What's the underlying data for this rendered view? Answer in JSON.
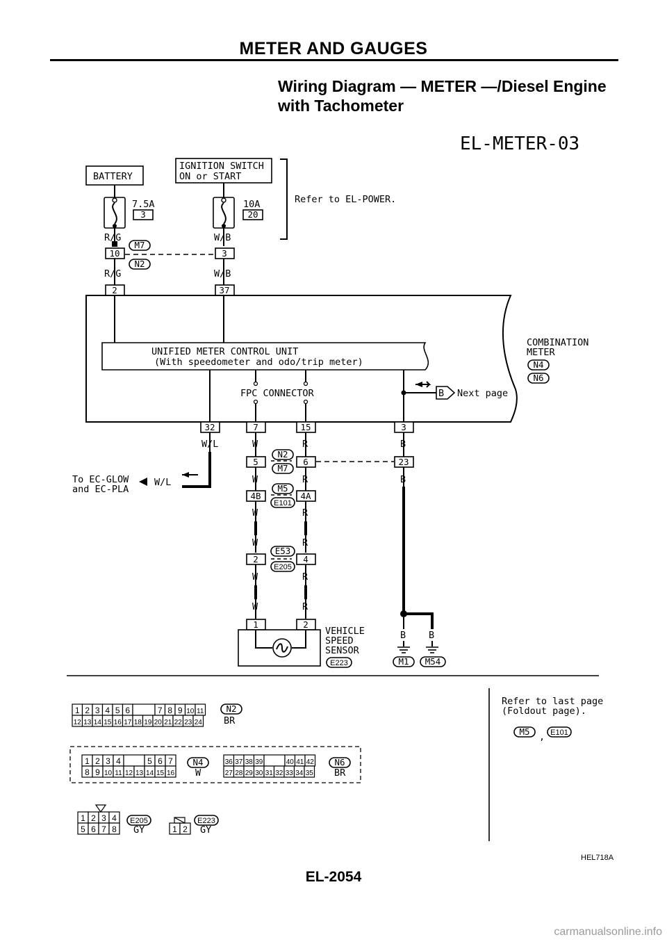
{
  "header": {
    "title": "METER AND GAUGES"
  },
  "diagram_title": {
    "line1": "Wiring Diagram — METER —/Diesel Engine",
    "line2": "with Tachometer"
  },
  "diagram_code": "EL-METER-03",
  "battery": {
    "label": "BATTERY",
    "fuse_amp": "7.5A",
    "fuse_no": "3"
  },
  "ignition": {
    "line1": "IGNITION SWITCH",
    "line2": "ON or START",
    "fuse_amp": "10A",
    "fuse_no": "20"
  },
  "refer_power": "Refer to EL-POWER.",
  "wires": {
    "rg": "R/G",
    "wb": "W/B",
    "wl": "W/L",
    "w": "W",
    "r": "R",
    "b": "B"
  },
  "connectors": {
    "m7": "M7",
    "n2": "N2",
    "n4": "N4",
    "n6": "N6",
    "m5": "M5",
    "e101": "E101",
    "e53": "E53",
    "e205": "E205",
    "e223": "E223",
    "m1": "M1",
    "m54": "M54"
  },
  "pins": {
    "p10": "10",
    "p3a": "3",
    "p2a": "2",
    "p37": "37",
    "p32": "32",
    "p7": "7",
    "p15": "15",
    "p3b": "3",
    "p5": "5",
    "p6": "6",
    "p23": "23",
    "p4b": "4B",
    "p4a": "4A",
    "p2b": "2",
    "p4": "4",
    "p1": "1",
    "p2c": "2"
  },
  "unit": {
    "line1": "UNIFIED METER CONTROL UNIT",
    "line2": "(With speedometer and odo/trip meter)"
  },
  "fpc": "FPC CONNECTOR",
  "combination": {
    "line1": "COMBINATION",
    "line2": "METER"
  },
  "next_page": {
    "letter": "B",
    "text": "Next page"
  },
  "to_ec": {
    "line1": "To EC-GLOW",
    "line2": "and EC-PLA"
  },
  "sensor": {
    "line1": "VEHICLE",
    "line2": "SPEED",
    "line3": "SENSOR"
  },
  "legend": {
    "n2_color": "BR",
    "n4_color": "W",
    "n6_color": "BR",
    "e205_color": "GY",
    "e223_color": "GY",
    "refer_last": "Refer to last page",
    "foldout": "(Foldout page).",
    "comma": ","
  },
  "ref_code": "HEL718A",
  "page_number": "EL-2054",
  "watermark": "carmanualsonline.info"
}
